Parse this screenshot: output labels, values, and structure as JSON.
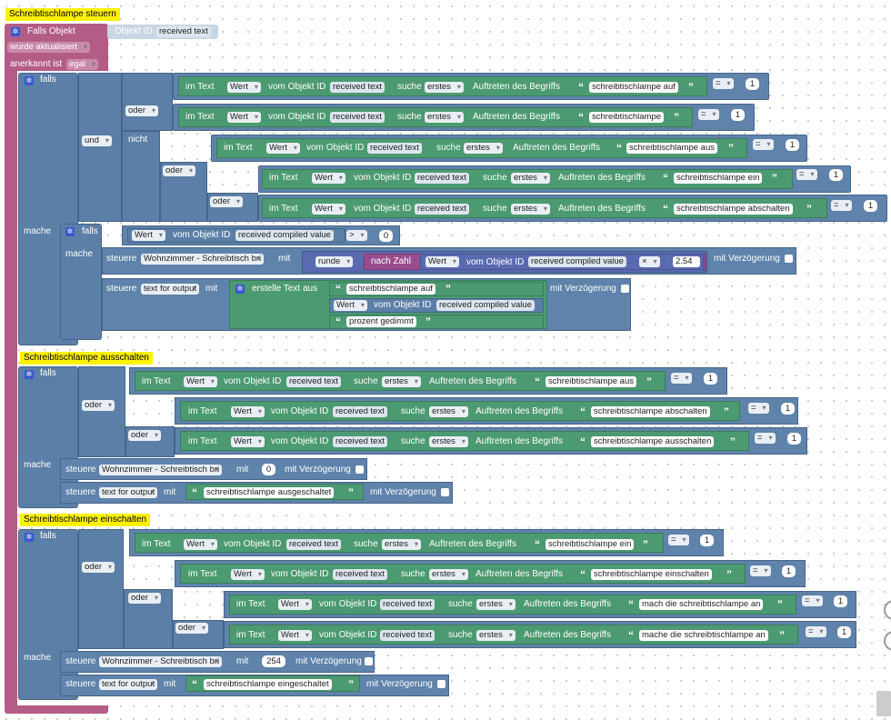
{
  "w": {
    "main_title": "Schreibtischlampe steuern",
    "falls_objekt": "Falls Objekt",
    "objekt_id": "Objekt ID",
    "received_text": "received text",
    "received_compiled_value": "received compiled value",
    "wurde_aktualisiert": "wurde aktualisiert",
    "anerkannt_ist": "anerkannt ist",
    "egal": "egal",
    "falls": "falls",
    "mache": "mache",
    "oder": "oder",
    "und": "und",
    "nicht": "nicht",
    "im_text": "im Text",
    "wert": "Wert",
    "vom_objekt_id": "vom Objekt ID",
    "suche": "suche",
    "erstes": "erstes",
    "auftreten": "Auftreten des Begriffs",
    "eq": "=",
    "gt": ">",
    "one": "1",
    "zero": "0",
    "steuere": "steuere",
    "mit": "mit",
    "mit_verz": "mit Verzögerung",
    "wohnzimmer": "Wohnzimmer - Schreibtisch bri",
    "text_for_output": "text for output",
    "runde": "runde",
    "nach_zahl": "nach Zahl",
    "mult": "×",
    "factor": "2.54",
    "erstelle": "erstelle Text aus",
    "v254": "254",
    "note_aus": "Schreibtischlampe ausschalten",
    "note_ein": "Schreibtischlampe einschalten"
  },
  "s": {
    "auf": "schreibtischlampe auf",
    "schreibtischlampe": "schreibtischlampe",
    "aus": "schreibtischlampe aus",
    "ein": "schreibtischlampe ein",
    "abschalten": "schreibtischlampe abschalten",
    "ausschalten": "schreibtischlampe ausschalten",
    "ausgeschaltet": "schreibtischlampe ausgeschaltet",
    "einschalten": "schreibtischlampe einschalten",
    "mach_an": "mach die schreibtischlampe an",
    "mache_an": "mache die schreibtischlampe an",
    "eingeschaltet": "schreibtischlampe eingeschaltet",
    "prozent": "prozent gedimmt"
  },
  "theme": {
    "event": "#b35d86",
    "logic": "#5b7fa6",
    "text": "#4c9a71",
    "math": "#5a6ab0",
    "comment": "#fff200"
  }
}
